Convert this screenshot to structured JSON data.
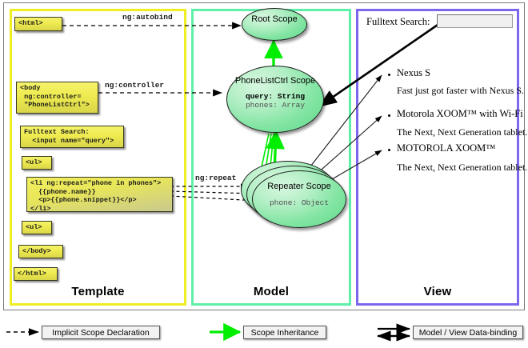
{
  "panels": [
    {
      "name": "template",
      "label": "Template",
      "color": "#eeee22"
    },
    {
      "name": "model",
      "label": "Model",
      "color": "#5ff0a8"
    },
    {
      "name": "view",
      "label": "View",
      "color": "#7b68ee"
    }
  ],
  "template": {
    "boxes": [
      {
        "id": "html-open",
        "text": "<html>"
      },
      {
        "id": "body-open",
        "text": "<body\n ng:controller=\n \"PhoneListCtrl\">"
      },
      {
        "id": "search",
        "text": "Fulltext Search:\n  <input name=\"query\">"
      },
      {
        "id": "ul-open",
        "text": "<ul>"
      },
      {
        "id": "li-repeat",
        "text": "<li ng:repeat=\"phone in phones\">\n  {{phone.name}}\n  <p>{{phone.snippet}}</p>\n</li>"
      },
      {
        "id": "ul-close",
        "text": "<ul>"
      },
      {
        "id": "body-close",
        "text": "</body>"
      },
      {
        "id": "html-close",
        "text": "</html>"
      }
    ]
  },
  "edges": {
    "autobind": "ng:autobind",
    "controller": "ng:controller",
    "repeat": "ng:repeat"
  },
  "model": {
    "scopes": [
      {
        "id": "root",
        "title": "Root\nScope",
        "props": []
      },
      {
        "id": "ctrl",
        "title": "PhoneListCtrl\nScope",
        "props": [
          {
            "text": "query: String",
            "style": "bold"
          },
          {
            "text": "phones: Array",
            "style": "dim"
          }
        ]
      },
      {
        "id": "repeater",
        "title": "Repeater\nScope",
        "props": [
          {
            "text": "phone: Object",
            "style": "dim"
          }
        ]
      }
    ]
  },
  "view": {
    "search_label": "Fulltext Search:",
    "search_value": "",
    "items": [
      {
        "name": "Nexus S",
        "snippet": "Fast just got faster with Nexus S."
      },
      {
        "name": "Motorola XOOM™  with Wi-Fi",
        "snippet": "The Next, Next Generation tablet."
      },
      {
        "name": "MOTOROLA XOOM™",
        "snippet": "The Next, Next Generation tablet."
      }
    ]
  },
  "legend": [
    {
      "id": "implicit-scope",
      "label": "Implicit Scope Declaration",
      "arrow": "dashed-black"
    },
    {
      "id": "scope-inheritance",
      "label": "Scope Inheritance",
      "arrow": "solid-green"
    },
    {
      "id": "data-binding",
      "label": "Model / View Data-binding",
      "arrow": "double-black"
    }
  ],
  "colors": {
    "green_arrow": "#00ee00",
    "black": "#000000",
    "panel_template": "#eeee22",
    "panel_model": "#5ff0a8",
    "panel_view": "#7b68ee"
  }
}
